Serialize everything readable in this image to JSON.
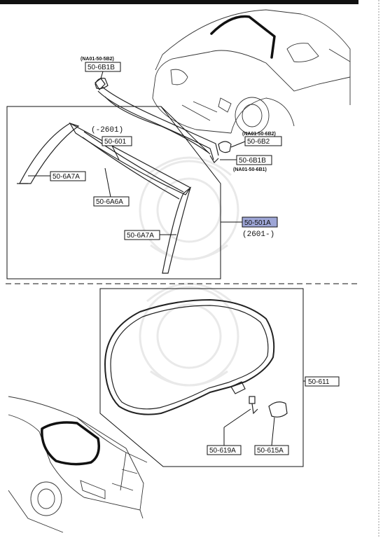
{
  "labels": {
    "p_6b1b_top": "50-6B1B",
    "note_6b2_top": "(NA01-50-5B2)",
    "p_6b2": "50-6B2",
    "note_6b2": "(NA01-50-6B2)",
    "p_6b1b": "50-6B1B",
    "note_6b1": "(NA01-50-6B1)",
    "range_2601": "(-2601)",
    "p_601": "50-601",
    "p_6a7a_left": "50-6A7A",
    "p_6a6a": "50-6A6A",
    "p_6a7a_right": "50-6A7A",
    "p_501a": "50-501A",
    "range_501a": "(2601-)",
    "p_611": "50-611",
    "p_619a": "50-619A",
    "p_615a": "50-615A"
  },
  "colors": {
    "highlight": "#9ea6d6",
    "ink": "#111111"
  }
}
